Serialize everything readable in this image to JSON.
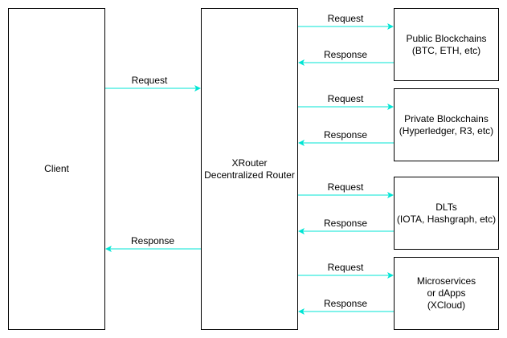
{
  "diagram": {
    "client": {
      "label": "Client"
    },
    "router": {
      "line1": "XRouter",
      "line2": "Decentralized Router"
    },
    "client_request": "Request",
    "client_response": "Response",
    "arrow_color": "#00e5d4",
    "targets": [
      {
        "lines": [
          "Public Blockchains",
          "(BTC, ETH, etc)"
        ],
        "request": "Request",
        "response": "Response"
      },
      {
        "lines": [
          "Private Blockchains",
          "(Hyperledger, R3, etc)"
        ],
        "request": "Request",
        "response": "Response"
      },
      {
        "lines": [
          "DLTs",
          "(IOTA, Hashgraph, etc)"
        ],
        "request": "Request",
        "response": "Response"
      },
      {
        "lines": [
          "Microservices",
          "or dApps",
          "(XCloud)"
        ],
        "request": "Request",
        "response": "Response"
      }
    ]
  }
}
